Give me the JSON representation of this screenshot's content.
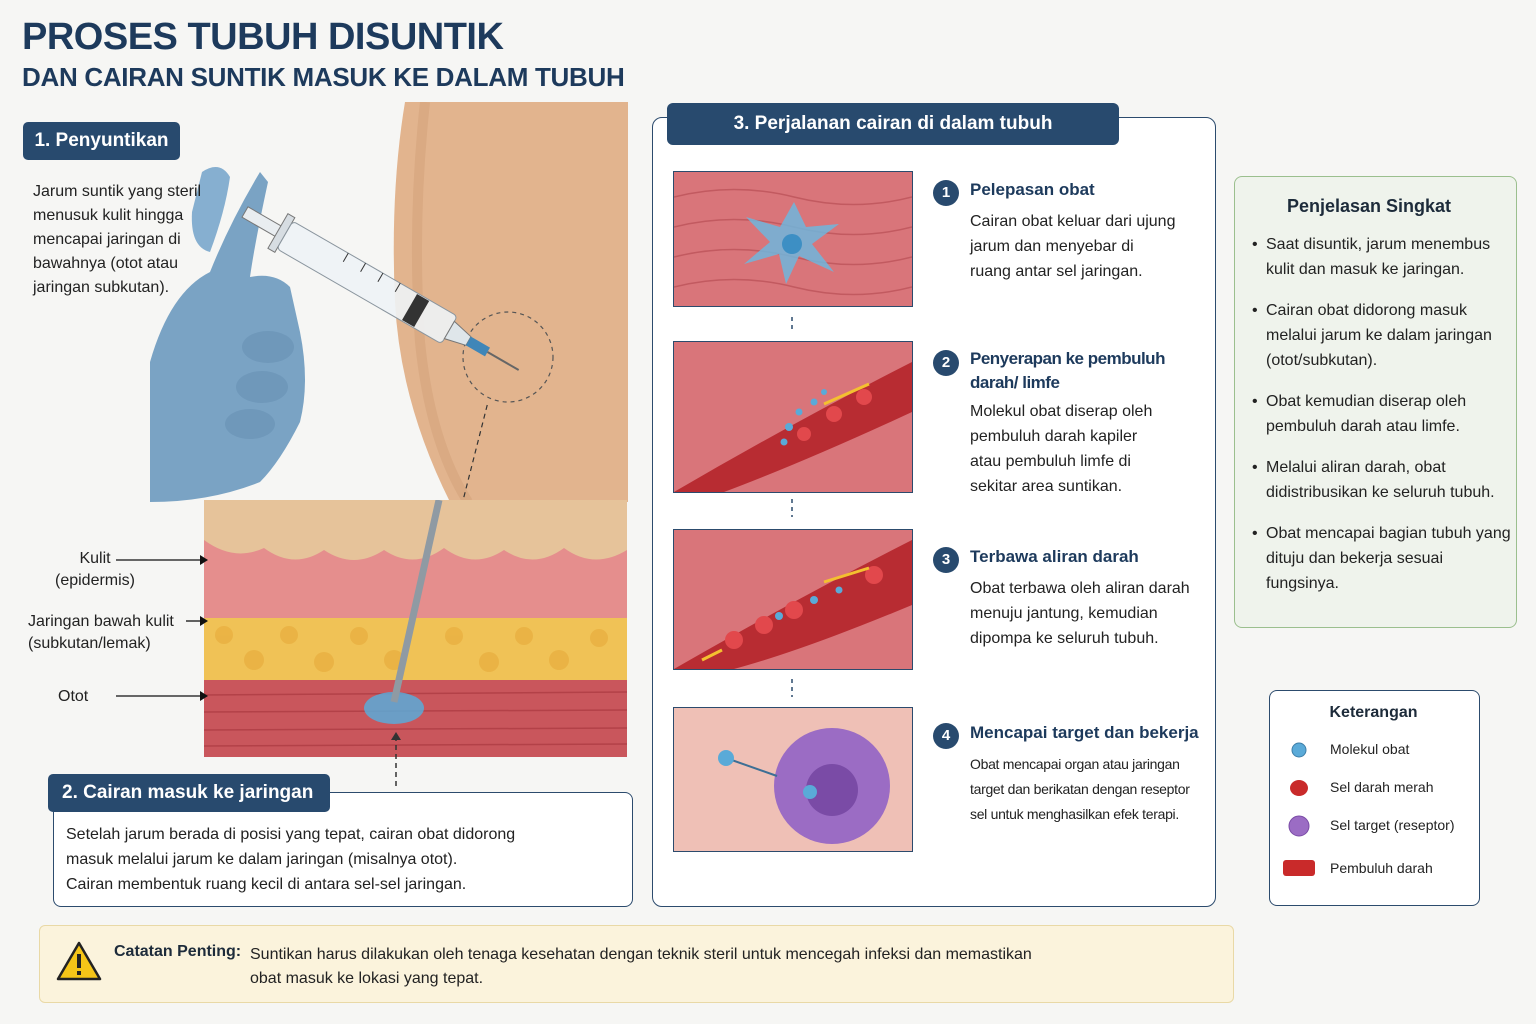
{
  "title": {
    "line1": "PROSES TUBUH DISUNTIK",
    "line2": "DAN CAIRAN SUNTIK MASUK KE DALAM TUBUH"
  },
  "section1": {
    "label": "1. Penyuntikan",
    "text": "Jarum suntik yang steril menusuk kulit hingga mencapai jaringan di bawahnya (otot atau jaringan subkutan)."
  },
  "layers": {
    "skin": [
      "Kulit",
      "(epidermis)"
    ],
    "subcutaneous": [
      "Jaringan bawah kulit",
      "(subkutan/lemak)"
    ],
    "muscle": "Otot"
  },
  "section2": {
    "label": "2. Cairan masuk ke jaringan",
    "lines": [
      "Setelah jarum berada di posisi yang tepat, cairan obat didorong",
      "masuk melalui jarum ke dalam jaringan (misalnya otot).",
      "Cairan membentuk ruang kecil di antara sel-sel jaringan."
    ]
  },
  "section3": {
    "label": "3. Perjalanan cairan di dalam tubuh",
    "steps": [
      {
        "num": "1",
        "title": "Pelepasan obat",
        "lines": [
          "Cairan obat keluar dari ujung",
          "jarum dan menyebar di",
          "ruang antar sel jaringan."
        ]
      },
      {
        "num": "2",
        "title": "Penyerapan ke pembuluh darah/ limfe",
        "lines": [
          "Molekul obat diserap oleh",
          "pembuluh darah kapiler",
          "atau pembuluh limfe di",
          "sekitar area suntikan."
        ]
      },
      {
        "num": "3",
        "title": "Terbawa aliran darah",
        "lines": [
          "Obat terbawa oleh aliran darah",
          "menuju jantung, kemudian",
          "dipompa ke seluruh tubuh."
        ]
      },
      {
        "num": "4",
        "title": "Mencapai target dan bekerja",
        "lines": [
          "Obat mencapai organ atau jaringan",
          "target dan berikatan dengan reseptor",
          "sel untuk menghasilkan efek terapi."
        ]
      }
    ]
  },
  "explanation": {
    "title": "Penjelasan Singkat",
    "items": [
      "Saat disuntik, jarum menembus kulit dan masuk ke jaringan.",
      "Cairan obat didorong masuk melalui jarum ke dalam jaringan (otot/subkutan).",
      "Obat kemudian diserap oleh pembuluh darah atau limfe.",
      "Melalui aliran darah, obat didistribusikan ke seluruh tubuh.",
      "Obat mencapai bagian tubuh yang dituju dan bekerja sesuai fungsinya."
    ]
  },
  "legend": {
    "title": "Keterangan",
    "items": [
      "Molekul obat",
      "Sel darah merah",
      "Sel target (reseptor)",
      "Pembuluh darah"
    ]
  },
  "note": {
    "label": "Catatan Penting:",
    "lines": [
      "Suntikan harus dilakukan oleh tenaga kesehatan dengan teknik steril untuk mencegah infeksi dan memastikan",
      "obat masuk ke lokasi yang tepat."
    ]
  },
  "colors": {
    "navy": "#284a6e",
    "heading": "#1d3a5c",
    "skin": "#e2b48e",
    "glove": "#7aa3c4",
    "tissue": "#d9757a",
    "fat": "#f0c256",
    "drug": "#5aaad8",
    "blood_cell": "#c92a2a",
    "target_cell": "#9b6cc4",
    "explain_bg": "#eff3ec",
    "note_bg": "#fbf3dc"
  }
}
